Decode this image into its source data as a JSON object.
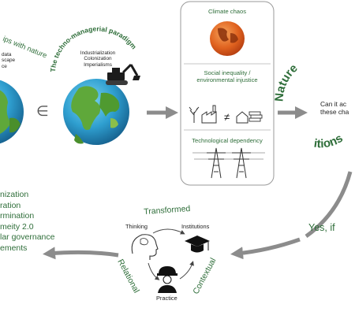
{
  "left_panel": {
    "title_fragment": "ips with nature",
    "items": [
      "data",
      "scape",
      "ce"
    ]
  },
  "element_of_symbol": "∈",
  "techno": {
    "title": "The techno-managerial paradigm",
    "items": [
      "Industrialization",
      "Colonization",
      "Imperialisms"
    ]
  },
  "box": {
    "sections": [
      {
        "title": "Climate chaos"
      },
      {
        "title": "Social inequality / environmental injustice"
      },
      {
        "title": "Technological dependency"
      }
    ],
    "inequality_symbol": "≠"
  },
  "nature": {
    "top_fragment": "Nature",
    "bottom_fragment": "itions",
    "question_line1": "Can it ac",
    "question_line2": "these cha"
  },
  "yes_if": "Yes, if",
  "bottom_list": [
    "nization",
    "ration",
    "rmination",
    "meity 2.0",
    "lar governance",
    "ements"
  ],
  "cycle": {
    "top_label": "Transformed",
    "left_label": "Relational",
    "right_label": "Contextual",
    "nodes": {
      "thinking": "Thinking",
      "institutions": "Institutions",
      "practice": "Practice"
    }
  },
  "colors": {
    "green": "#2f6e3a",
    "arrow_gray": "#8c8c8c",
    "box_border": "#9a9a9a"
  }
}
